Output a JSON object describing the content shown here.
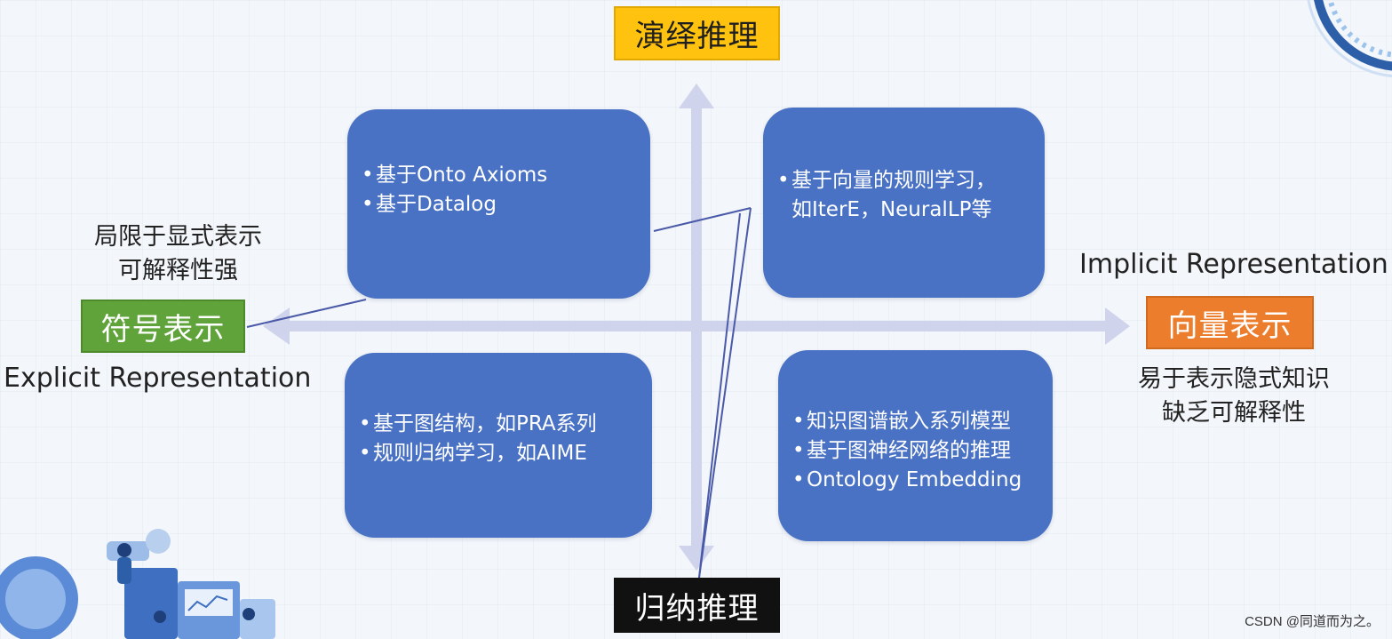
{
  "axes": {
    "top_label": "演绎推理",
    "bottom_label": "归纳推理",
    "left_label": "符号表示",
    "right_label": "向量表示"
  },
  "left_annotation": {
    "cn_lines": [
      "局限于显式表示",
      "可解释性强"
    ],
    "en": "Explicit Representation"
  },
  "right_annotation": {
    "en": "Implicit Representation",
    "cn_lines": [
      "易于表示隐式知识",
      "缺乏可解释性"
    ]
  },
  "quadrants": {
    "top_left": [
      "基于Onto Axioms",
      "基于Datalog"
    ],
    "top_right": [
      "基于向量的规则学习，",
      "如IterE，NeuralLP等"
    ],
    "bottom_left": [
      "基于图结构，如PRA系列",
      "规则归纳学习，如AIME"
    ],
    "bottom_right": [
      "知识图谱嵌入系列模型",
      "基于图神经网络的推理",
      "Ontology Embedding"
    ]
  },
  "colors": {
    "box_fill": "#4a72c4",
    "axis": "#cfd3ec",
    "top_tag": "#ffc20e",
    "bottom_tag": "#111111",
    "left_tag": "#5fa33a",
    "right_tag": "#ec7d2c"
  },
  "watermark": "CSDN @同道而为之。"
}
